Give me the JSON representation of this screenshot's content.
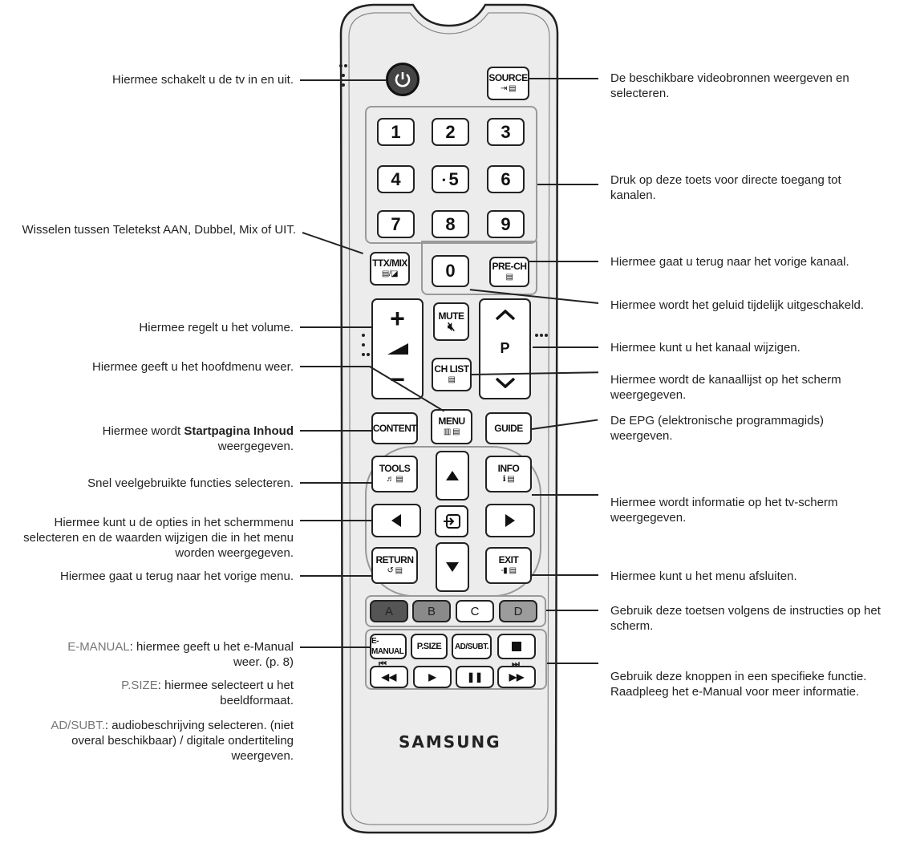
{
  "annotations": {
    "power": "Hiermee schakelt u de tv in en uit.",
    "source": "De beschikbare videobronnen weergeven en selecteren.",
    "numbers": "Druk op deze toets voor directe toegang tot kanalen.",
    "ttx": "Wisselen tussen Teletekst AAN, Dubbel, Mix of UIT.",
    "prech": "Hiermee gaat u terug naar het vorige kanaal.",
    "mute": "Hiermee wordt het geluid tijdelijk uitgeschakeld.",
    "volume": "Hiermee regelt u het volume.",
    "channel": "Hiermee kunt u het kanaal wijzigen.",
    "menu": "Hiermee geeft u het hoofdmenu weer.",
    "chlist": "Hiermee wordt de kanaallijst op het scherm weergegeven.",
    "content_pre": "Hiermee wordt ",
    "content_bold": "Startpagina Inhoud",
    "content_post": "weergegeven.",
    "guide": "De EPG (elektronische programmagids) weergeven.",
    "tools": "Snel veelgebruikte functies selecteren.",
    "info": "Hiermee wordt informatie op het tv-scherm weergegeven.",
    "arrows": "Hiermee kunt u de opties in het schermmenu selecteren en de waarden wijzigen die in het menu worden weergegeven.",
    "return": "Hiermee gaat u terug naar het vorige menu.",
    "exit": "Hiermee kunt u het menu afsluiten.",
    "colors": "Gebruik deze toetsen volgens de instructies op het scherm.",
    "emanual_kw": "E-MANUAL",
    "emanual_text": ": hiermee geeft u het e-Manual weer. (p. 8)",
    "psize_kw": "P.SIZE",
    "psize_text": ": hiermee selecteert u het beeldformaat.",
    "adsubt_kw": "AD/SUBT.",
    "adsubt_text": ": audiobeschrijving selecteren. (niet overal beschikbaar) / digitale ondertiteling weergeven.",
    "media": "Gebruik deze knoppen in een specifieke functie.",
    "media2": "Raadpleeg het e-Manual voor meer informatie."
  },
  "buttons": {
    "source": "SOURCE",
    "n1": "1",
    "n2": "2",
    "n3": "3",
    "n4": "4",
    "n5": "5",
    "n6": "6",
    "n7": "7",
    "n8": "8",
    "n9": "9",
    "n0": "0",
    "ttx": "TTX/MIX",
    "prech": "PRE-CH",
    "mute": "MUTE",
    "chlist": "CH LIST",
    "ch_p": "P",
    "content": "CONTENT",
    "menu": "MENU",
    "guide": "GUIDE",
    "tools": "TOOLS",
    "info": "INFO",
    "return": "RETURN",
    "exit": "EXIT",
    "a": "A",
    "b": "B",
    "c": "C",
    "d": "D",
    "emanual": "E-MANUAL",
    "psize": "P.SIZE",
    "adsubt": "AD/SUBT."
  },
  "brand": "SAMSUNG",
  "icons": [
    "power-icon",
    "source-icon",
    "mute-icon",
    "menu-grid-icon",
    "tools-icon",
    "info-icon",
    "return-icon",
    "exit-icon",
    "enter-icon",
    "arrow-up-icon",
    "arrow-down-icon",
    "arrow-left-icon",
    "arrow-right-icon",
    "stop-icon",
    "rewind-icon",
    "play-icon",
    "pause-icon",
    "fast-forward-icon"
  ]
}
